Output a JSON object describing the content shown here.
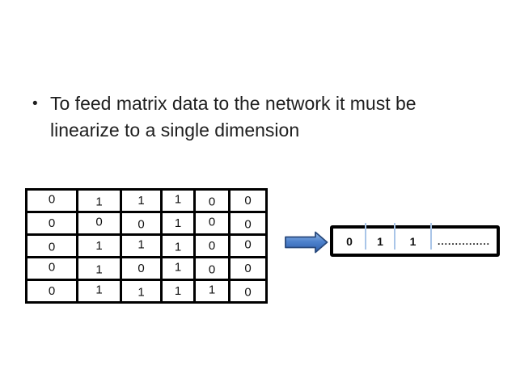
{
  "slide": {
    "bullet_marker": "•",
    "bullet_text": "To feed matrix data to the network it must be linearize to a single dimension"
  },
  "matrix": {
    "rows": [
      [
        "0",
        "1",
        "1",
        "1",
        "0",
        "0"
      ],
      [
        "0",
        "0",
        "0",
        "1",
        "0",
        "0"
      ],
      [
        "0",
        "1",
        "1",
        "1",
        "0",
        "0"
      ],
      [
        "0",
        "1",
        "0",
        "1",
        "0",
        "0"
      ],
      [
        "0",
        "1",
        "1",
        "1",
        "1",
        "0"
      ]
    ]
  },
  "linear_array": {
    "cells": [
      "0",
      "1",
      "1",
      "..............."
    ]
  },
  "icons": {
    "arrow": "right-block-arrow-icon"
  },
  "colors": {
    "background": "#ffffff",
    "text": "#1f1f1f",
    "border_black": "#000000",
    "divider_blue": "#a9c5e8",
    "arrow_fill_top": "#9cc0ea",
    "arrow_fill_mid": "#4f83cd",
    "arrow_fill_bottom": "#2e5fae",
    "arrow_stroke": "#28497c"
  }
}
